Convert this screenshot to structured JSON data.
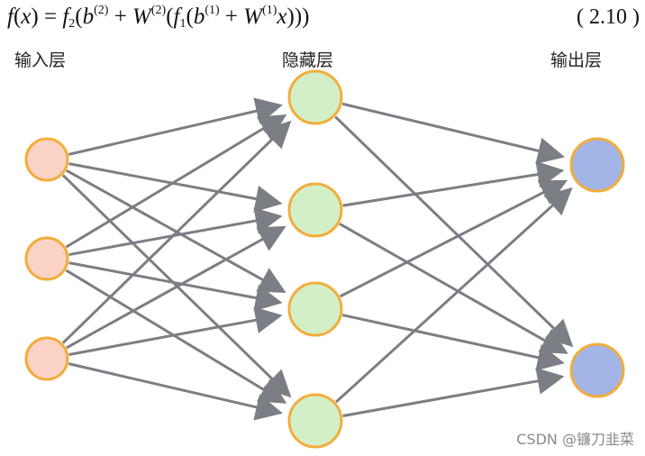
{
  "formula": {
    "f": "f",
    "x": "x",
    "f2": "f",
    "f2_sub": "2",
    "b2": "b",
    "b2_sup": "(2)",
    "W2": "W",
    "W2_sup": "(2)",
    "f1": "f",
    "f1_sub": "1",
    "b1": "b",
    "b1_sup": "(1)",
    "W1": "W",
    "W1_sup": "(1)",
    "eq_number": "( 2.10 )"
  },
  "layers": {
    "input": {
      "label": "输入层",
      "node_count": 3
    },
    "hidden": {
      "label": "隐藏层",
      "node_count": 4
    },
    "output": {
      "label": "输出层",
      "node_count": 2
    }
  },
  "colors": {
    "input_fill": "#fbd3c6",
    "hidden_fill": "#d3efc8",
    "output_fill": "#a3b4e6",
    "node_stroke": "#f2ad3c",
    "edge": "#7b7e84"
  },
  "watermark": "CSDN @镰刀韭菜"
}
